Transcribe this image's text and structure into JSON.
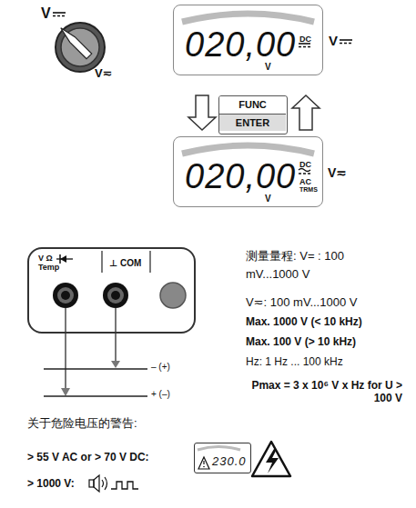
{
  "diagram": {
    "nodes": [
      {
        "text": [
          "020,00",
          "DC",
          "V"
        ]
      },
      {
        "text": [
          "FUNC",
          "ENTER"
        ]
      },
      {
        "text": [
          "020,00",
          "DC",
          "AC",
          "TRMS",
          "V"
        ]
      },
      {
        "text": [
          "V Ω Temp",
          "⊥ COM"
        ]
      },
      {
        "text": [
          "230.0"
        ]
      }
    ],
    "edges": [
      {
        "from": 0,
        "to": 2,
        "arrow": "to"
      },
      {
        "from": 2,
        "to": 0,
        "arrow": "to"
      }
    ],
    "labels": [
      "V",
      "V≂",
      "V",
      "V≂",
      "– (+)",
      "+ (–)",
      "测量量程: V= : 100 mV...1000 V",
      "V≂: 100 mV...1000 V",
      "Max. 1000 V (< 10 kHz)",
      "Max. 100 V (> 10 kHz)",
      "Hz: 1 Hz ... 100 kHz",
      "Pmax = 3 x 10⁶ V x Hz for U > 100 V",
      "关于危险电压的警告:",
      "> 55 V AC or > 70 V DC:",
      "> 1000 V:"
    ]
  }
}
